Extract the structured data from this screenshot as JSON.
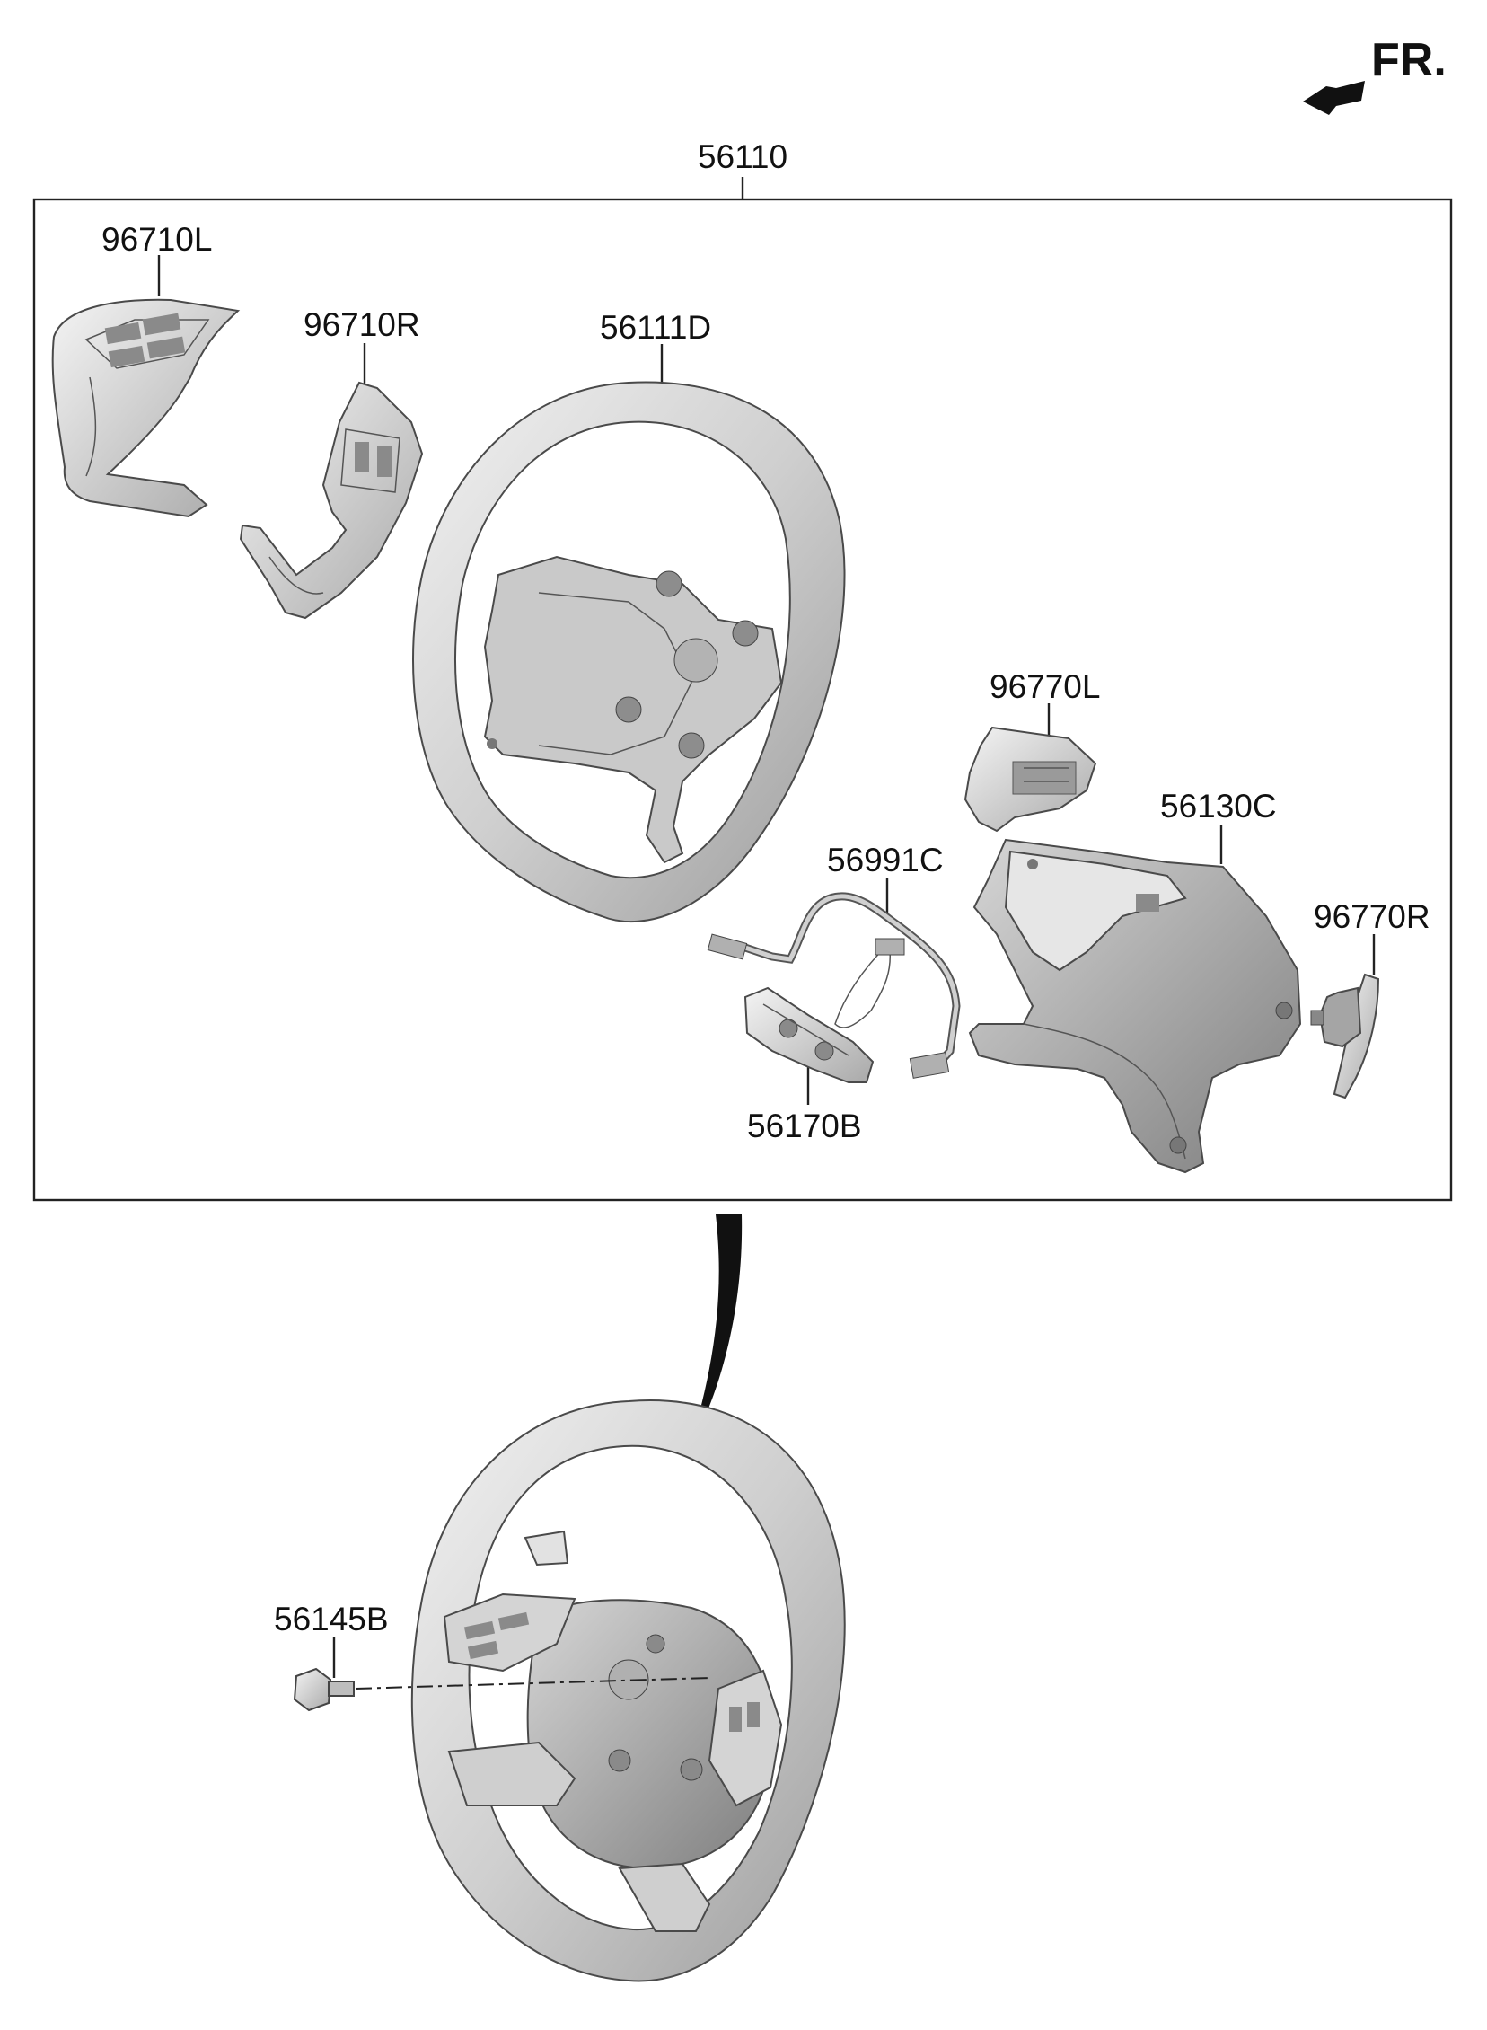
{
  "direction_marker": {
    "label": "FR.",
    "icon": "front-direction-arrow-icon"
  },
  "assembly": {
    "part_number": "56110"
  },
  "parts": [
    {
      "id": "96710L",
      "label": "96710L",
      "description_icon": "left-remote-switch-bezel-icon"
    },
    {
      "id": "96710R",
      "label": "96710R",
      "description_icon": "right-remote-switch-bezel-icon"
    },
    {
      "id": "56111D",
      "label": "56111D",
      "description_icon": "steering-wheel-body-icon"
    },
    {
      "id": "96770L",
      "label": "96770L",
      "description_icon": "left-paddle-shifter-icon"
    },
    {
      "id": "56130C",
      "label": "56130C",
      "description_icon": "rear-cover-icon"
    },
    {
      "id": "56991C",
      "label": "56991C",
      "description_icon": "wiring-harness-icon"
    },
    {
      "id": "96770R",
      "label": "96770R",
      "description_icon": "right-paddle-shifter-icon"
    },
    {
      "id": "56170B",
      "label": "56170B",
      "description_icon": "switch-module-icon"
    },
    {
      "id": "56145B",
      "label": "56145B",
      "description_icon": "mounting-bolt-icon"
    }
  ],
  "colors": {
    "line": "#222222",
    "part_fill": "#d9d9d9",
    "part_shade": "#a8a8a8",
    "background": "#ffffff"
  }
}
